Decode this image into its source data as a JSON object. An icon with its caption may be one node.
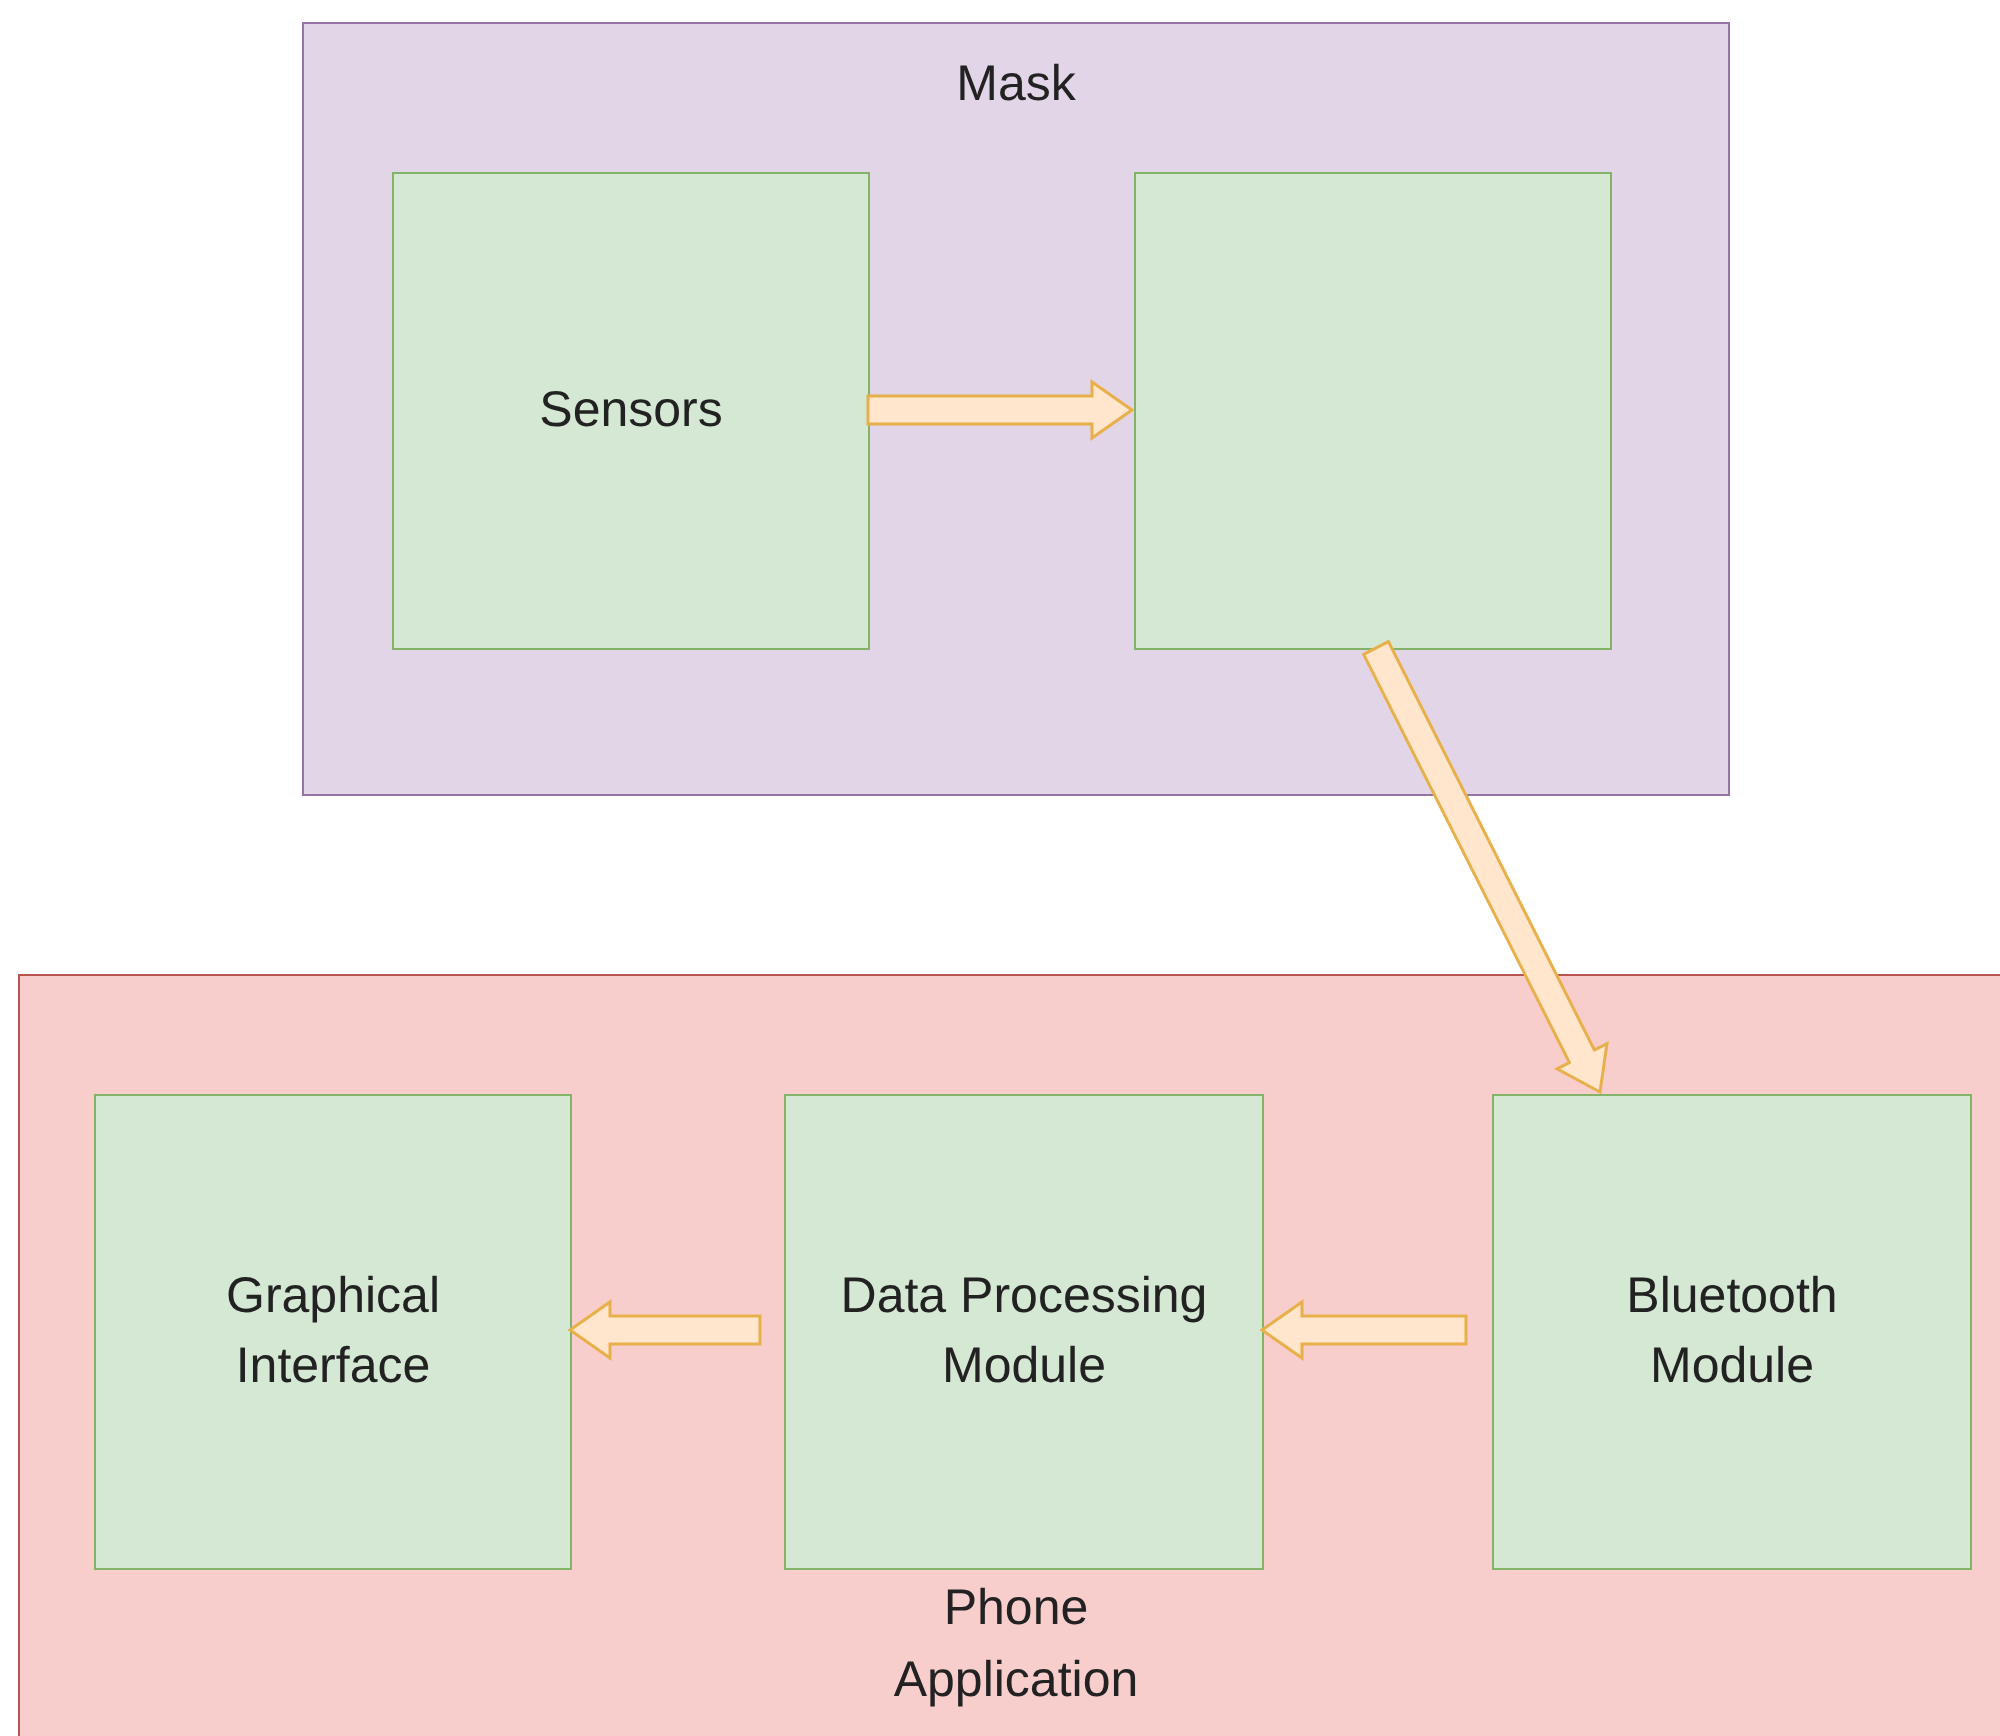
{
  "diagram": {
    "nodes": [
      {
        "text": [
          "Mask"
        ]
      },
      {
        "text": [
          "Sensors"
        ],
        "in": 0
      },
      {
        "text": [],
        "shape": "box",
        "in": 0
      },
      {
        "text": [
          "Phone Application"
        ]
      },
      {
        "text": [
          "Graphical Interface"
        ],
        "in": 3
      },
      {
        "text": [
          "Data Processing Module"
        ],
        "in": 3
      },
      {
        "text": [
          "Bluetooth Module"
        ],
        "in": 3
      }
    ],
    "edges": [
      {
        "from": 1,
        "to": 2,
        "arrow": "to"
      },
      {
        "from": 2,
        "to": 6,
        "arrow": "to"
      },
      {
        "from": 6,
        "to": 5,
        "arrow": "to"
      },
      {
        "from": 5,
        "to": 4,
        "arrow": "to"
      }
    ]
  }
}
